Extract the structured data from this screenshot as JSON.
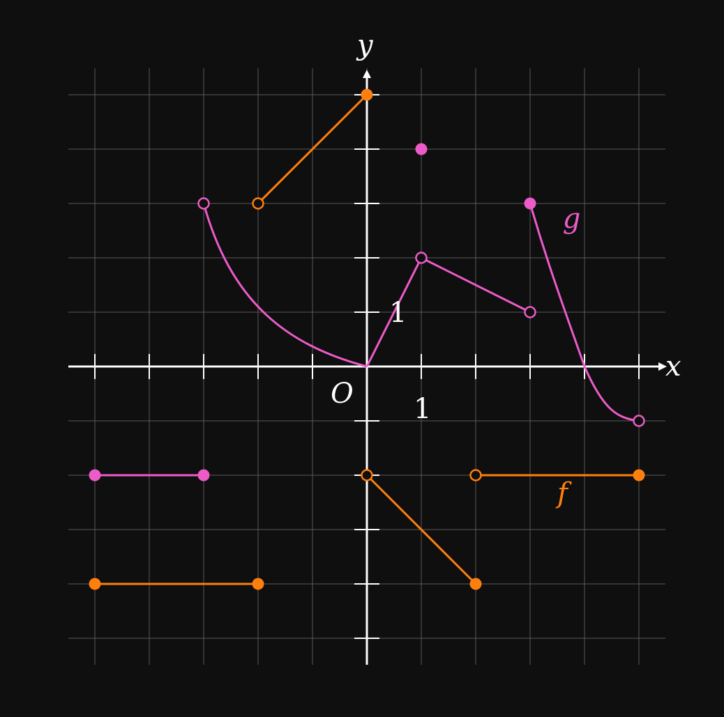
{
  "chart_data": {
    "type": "line",
    "xlabel": "x",
    "ylabel": "y",
    "origin_label": "O",
    "x_tick_label": "1",
    "y_tick_label": "1",
    "xlim": [
      -5,
      5
    ],
    "ylim": [
      -5,
      5
    ],
    "grid": true,
    "colors": {
      "background": "#0f0f0f",
      "axis": "#ffffff",
      "grid": "#5a5a5a",
      "f": "#ff7f0e",
      "g": "#ec5bc8"
    },
    "series": [
      {
        "name": "f",
        "color": "#ff7f0e",
        "label_position": [
          3.5,
          -2.5
        ],
        "pieces": [
          {
            "kind": "line",
            "points": [
              [
                -5,
                -4
              ],
              [
                -2,
                -4
              ]
            ],
            "start_closed": true,
            "end_closed": true
          },
          {
            "kind": "line",
            "points": [
              [
                -2,
                3
              ],
              [
                0,
                5
              ]
            ],
            "start_closed": false,
            "end_closed": true
          },
          {
            "kind": "line",
            "points": [
              [
                0,
                -2
              ],
              [
                2,
                -4
              ]
            ],
            "start_closed": false,
            "end_closed": true
          },
          {
            "kind": "line",
            "points": [
              [
                2,
                -2
              ],
              [
                5,
                -2
              ]
            ],
            "start_closed": false,
            "end_closed": true
          }
        ]
      },
      {
        "name": "g",
        "color": "#ec5bc8",
        "label_position": [
          3.6,
          2.55
        ],
        "pieces": [
          {
            "kind": "line",
            "points": [
              [
                -5,
                -2
              ],
              [
                -3,
                -2
              ]
            ],
            "start_closed": true,
            "end_closed": true
          },
          {
            "kind": "arc",
            "points": [
              [
                -3,
                3
              ],
              [
                -2.5,
                1.2
              ],
              [
                -1.5,
                0.4
              ],
              [
                0,
                0
              ]
            ],
            "start_closed": false,
            "end_closed": false
          },
          {
            "kind": "line",
            "points": [
              [
                0,
                0
              ],
              [
                1,
                2
              ],
              [
                3,
                1
              ]
            ],
            "start_closed": false,
            "end_closed": false,
            "point_markers": [
              [
                1,
                2,
                false
              ],
              [
                3,
                1,
                false
              ]
            ]
          },
          {
            "kind": "point",
            "points": [
              [
                1,
                4
              ]
            ],
            "start_closed": true,
            "end_closed": true
          },
          {
            "kind": "curve",
            "points": [
              [
                3,
                3
              ],
              [
                4,
                0
              ],
              [
                5,
                -1
              ]
            ],
            "start_closed": true,
            "end_closed": false
          }
        ]
      }
    ]
  }
}
